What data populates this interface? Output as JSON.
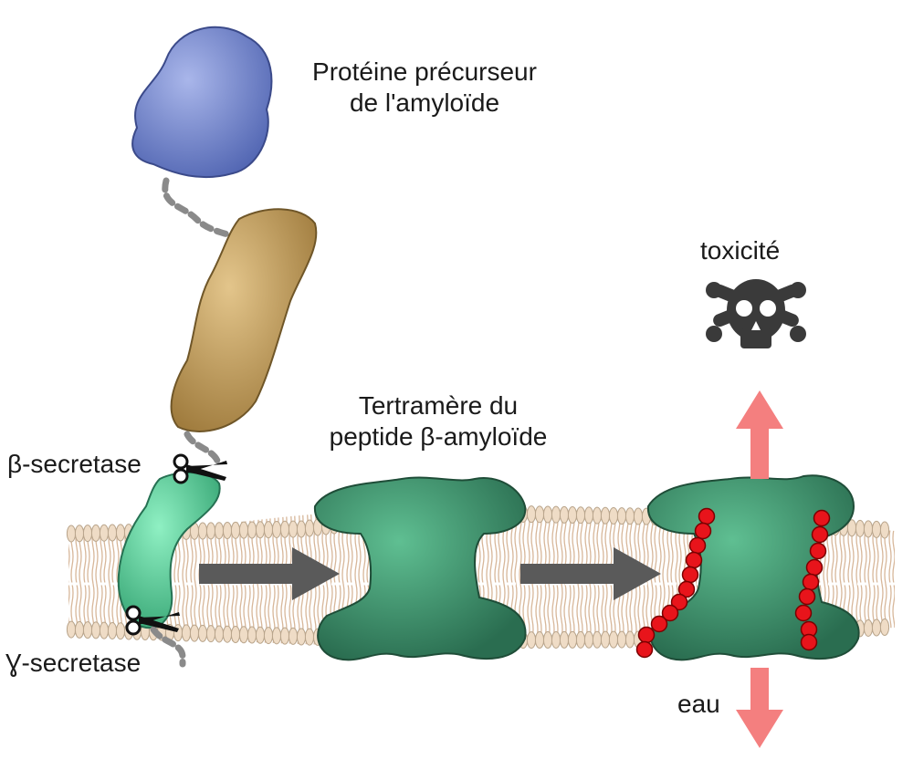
{
  "labels": {
    "app_title_line1": "Protéine précurseur",
    "app_title_line2": "de l'amyloïde",
    "tetramer_line1": "Tertramère du",
    "tetramer_line2": "peptide β-amyloïde",
    "beta_secretase": "β-secretase",
    "gamma_secretase": "Ɣ-secretase",
    "toxicity": "toxicité",
    "water": "eau"
  },
  "colors": {
    "app_head": "#7f92d6",
    "app_body": "#c9a76a",
    "peptide": "#3f9a72",
    "peptide_light": "#5fc99a",
    "membrane": "#efdcc6",
    "membrane_tail": "#d7b79a",
    "pore_bead": "#e8141b",
    "flow_arrow": "#f47f7f",
    "process_arrow": "#5a5a5a",
    "skull": "#3a3a3a"
  },
  "icons": [
    "scissors-icon",
    "skull-crossbones-icon"
  ]
}
